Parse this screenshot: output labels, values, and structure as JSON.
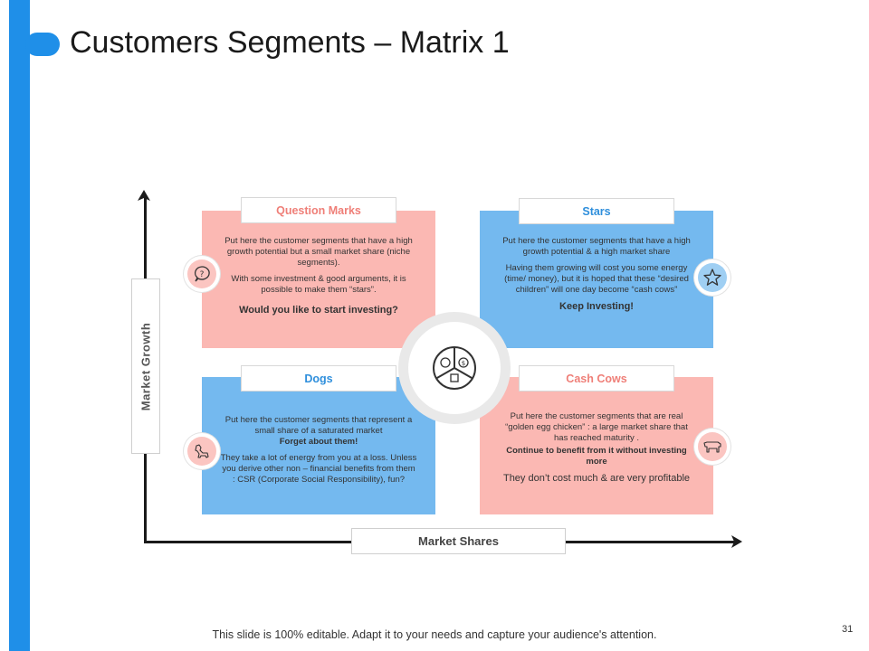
{
  "slide": {
    "title": "Customers Segments – Matrix 1",
    "page_number": "31",
    "footer": "This slide is 100% editable. Adapt it to your needs and capture your audience's attention."
  },
  "axes": {
    "y_label": "Market Growth",
    "x_label": "Market Shares"
  },
  "quadrants": {
    "question_marks": {
      "title": "Question Marks",
      "p1": "Put here the customer segments that have a high growth potential but a small market share (niche segments).",
      "p2": "With some investment & good arguments, it is possible to make them “stars”.",
      "cta": "Would you like to start investing?",
      "icon": "question-icon"
    },
    "stars": {
      "title": "Stars",
      "p1": "Put here the customer segments that have a high growth potential & a high market share",
      "p2": "Having them growing will cost you some energy (time/ money), but it is hoped that these “desired children” will one day become “cash cows”",
      "cta": "Keep Investing!",
      "icon": "star-icon"
    },
    "dogs": {
      "title": "Dogs",
      "p1": "Put here the customer segments that represent a small share of a saturated market",
      "p1_bold": "Forget about them!",
      "p2": "They take a lot of energy from you at a loss. Unless you derive other non – financial benefits from them : CSR (Corporate Social Responsibility), fun?",
      "icon": "dog-icon"
    },
    "cash_cows": {
      "title": "Cash Cows",
      "p1": "Put here the customer segments that are real “golden egg chicken” : a large market share that has reached maturity .",
      "p2": "Continue to benefit from it without investing more",
      "p3": "They don’t cost much & are very profitable",
      "icon": "cow-icon"
    }
  },
  "center": {
    "icon": "segments-pie-icon"
  },
  "colors": {
    "accent_blue": "#1f8fe8",
    "quadrant_pink": "#fbb8b3",
    "quadrant_blue": "#74b9ef",
    "tab_pink_text": "#ef7f78",
    "tab_blue_text": "#2f8fdc"
  }
}
